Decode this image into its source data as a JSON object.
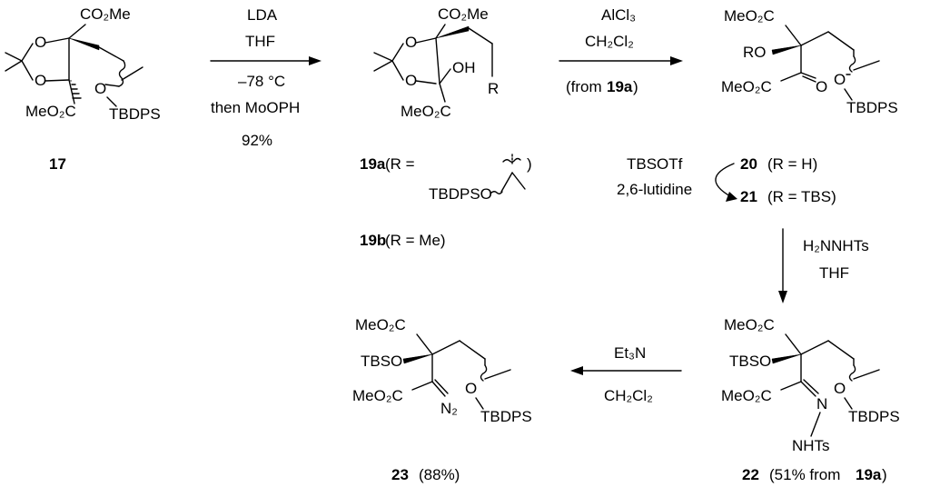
{
  "compounds": {
    "c17": {
      "label": "17",
      "group_co2me_top": "CO₂Me",
      "group_meo2c": "MeO₂C",
      "group_o1": "O",
      "group_o2": "O",
      "group_o3": "O",
      "group_tbdps": "TBDPS"
    },
    "c19": {
      "group_co2me_top": "CO₂Me",
      "group_meo2c": "MeO₂C",
      "group_o1": "O",
      "group_o2": "O",
      "group_oh": "OH",
      "group_r": "R",
      "label_a": "19a",
      "label_a_text": "(R =",
      "label_a_close": ")",
      "label_a_group": "TBDPSO",
      "label_b": "19b",
      "label_b_text": "(R = Me)"
    },
    "c20": {
      "group_meo2c_top": "MeO₂C",
      "group_ro": "RO",
      "group_meo2c_bottom": "MeO₂C",
      "group_o_ketone": "O",
      "group_o_ether": "O",
      "group_tbdps": "TBDPS",
      "label_20": "20",
      "label_20_text": "(R = H)",
      "label_21": "21",
      "label_21_text": "(R = TBS)"
    },
    "c22": {
      "group_meo2c_top": "MeO₂C",
      "group_tbso": "TBSO",
      "group_meo2c_bottom": "MeO₂C",
      "group_n": "N",
      "group_o_ether": "O",
      "group_tbdps": "TBDPS",
      "group_nhts": "NHTs",
      "label": "22",
      "label_text": "(51% from",
      "label_ref": "19a",
      "label_close": ")"
    },
    "c23": {
      "group_meo2c_top": "MeO₂C",
      "group_tbso": "TBSO",
      "group_meo2c_bottom": "MeO₂C",
      "group_n2": "N₂",
      "group_o_ether": "O",
      "group_tbdps": "TBDPS",
      "label": "23",
      "label_text": "(88%)"
    }
  },
  "reactions": {
    "r1": {
      "line1": "LDA",
      "line2": "THF",
      "line3": "–78 °C",
      "line4": "then MoOPH",
      "line5": "92%"
    },
    "r2": {
      "line1": "AlCl₃",
      "line2": "CH₂Cl₂",
      "note_open": "(from",
      "note_ref": "19a",
      "note_close": ")"
    },
    "r3": {
      "line1": "TBSOTf",
      "line2": "2,6-lutidine"
    },
    "r4": {
      "line1": "H₂NNHTs",
      "line2": "THF"
    },
    "r5": {
      "line1": "Et₃N",
      "line2": "CH₂Cl₂"
    }
  }
}
